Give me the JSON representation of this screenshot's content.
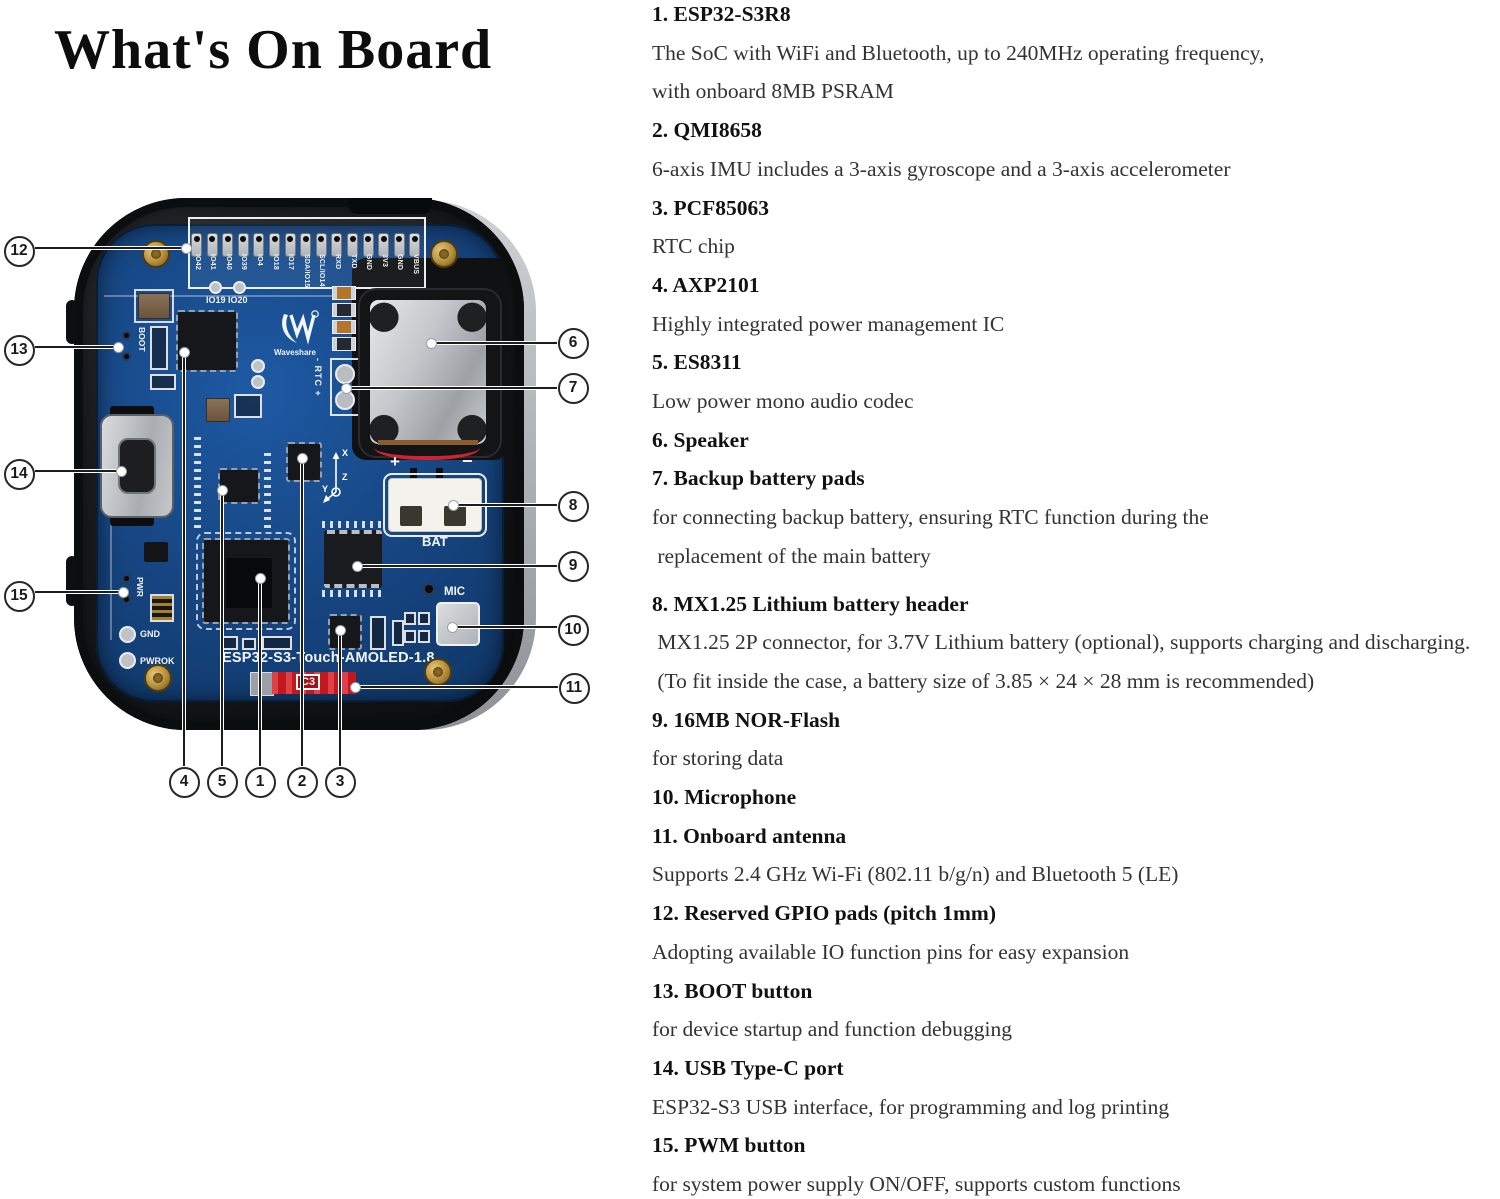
{
  "title": "What's On Board",
  "colors": {
    "pcb_blue": "#16447f",
    "case_black": "#121315",
    "screw_gold": "#c9a14e",
    "antenna_red": "#c2191f",
    "silkscreen_white": "#f2f5f9"
  },
  "board": {
    "silkscreen": "ESP32-S3-Touch-AMOLED-1.8",
    "brand": "Waveshare",
    "gpio_labels": [
      "IO42",
      "IO41",
      "IO40",
      "IO39",
      "IO4",
      "IO18",
      "IO17",
      "SDA/IO15",
      "SCL/IO14",
      "RXD",
      "TXD",
      "GND",
      "3V3",
      "GND",
      "VBUS"
    ],
    "labels": {
      "io19_20": "IO19 IO20",
      "boot": "BOOT",
      "rtc": "- RTC +",
      "bat": "BAT",
      "bat_plus": "+",
      "bat_minus": "−",
      "mic": "MIC",
      "pwr": "PWR",
      "gnd": "GND",
      "pwrok": "PWROK",
      "antenna": "C3",
      "axis_x": "X",
      "axis_y": "Y",
      "axis_z": "Z"
    }
  },
  "callouts": {
    "c1": "1",
    "c2": "2",
    "c3": "3",
    "c4": "4",
    "c5": "5",
    "c6": "6",
    "c7": "7",
    "c8": "8",
    "c9": "9",
    "c10": "10",
    "c11": "11",
    "c12": "12",
    "c13": "13",
    "c14": "14",
    "c15": "15"
  },
  "specs": {
    "items": [
      {
        "heading": "1. ESP32-S3R8",
        "lines": [
          "The SoC with WiFi and Bluetooth, up to 240MHz operating frequency,",
          "with onboard 8MB PSRAM"
        ]
      },
      {
        "heading": "2. QMI8658",
        "lines": [
          "6-axis IMU includes a 3-axis gyroscope and a 3-axis accelerometer"
        ]
      },
      {
        "heading": "3. PCF85063",
        "lines": [
          "RTC chip"
        ]
      },
      {
        "heading": "4. AXP2101",
        "lines": [
          "Highly integrated power management IC"
        ]
      },
      {
        "heading": "5. ES8311",
        "lines": [
          "Low power mono audio codec"
        ]
      },
      {
        "heading": "6. Speaker",
        "lines": []
      },
      {
        "heading": "7. Backup battery pads",
        "lines": [
          "for connecting backup battery, ensuring RTC function during the",
          " replacement of the main battery"
        ]
      },
      {
        "heading": "8. MX1.25 Lithium battery header",
        "lines": [
          " MX1.25 2P connector, for 3.7V Lithium battery (optional), supports charging and discharging.",
          " (To fit inside the case, a battery size of 3.85 × 24 × 28 mm is recommended)"
        ]
      },
      {
        "heading": "9. 16MB NOR-Flash",
        "lines": [
          "for storing data"
        ]
      },
      {
        "heading": "10. Microphone",
        "lines": []
      },
      {
        "heading": "11. Onboard antenna",
        "lines": [
          "Supports 2.4 GHz Wi-Fi (802.11 b/g/n) and Bluetooth 5 (LE)"
        ]
      },
      {
        "heading": "12. Reserved GPIO pads (pitch 1mm)",
        "lines": [
          "Adopting available IO function pins for easy expansion"
        ]
      },
      {
        "heading": "13. BOOT button",
        "lines": [
          "for device startup and function debugging"
        ]
      },
      {
        "heading": "14. USB Type-C port",
        "lines": [
          "ESP32-S3 USB interface, for programming and log printing"
        ]
      },
      {
        "heading": "15. PWM button",
        "lines": [
          "for system power supply ON/OFF, supports custom functions"
        ]
      }
    ]
  }
}
